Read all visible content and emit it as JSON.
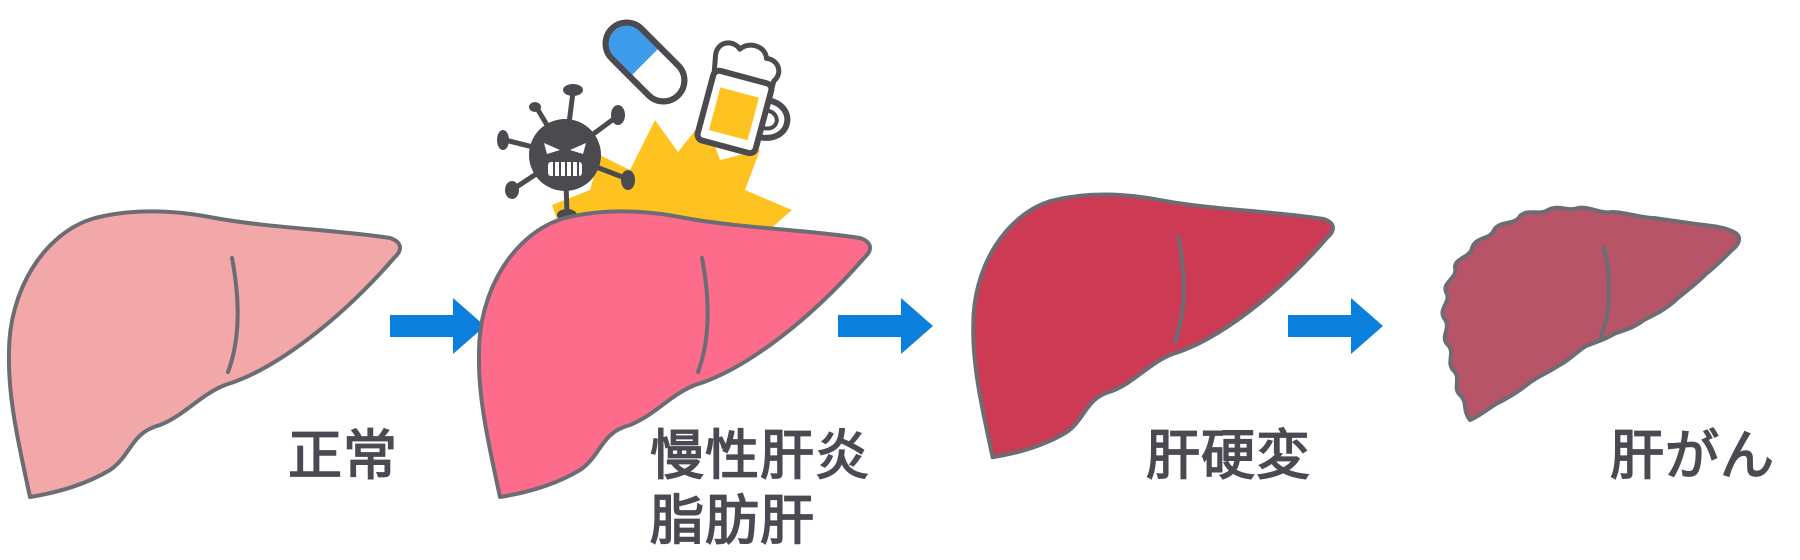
{
  "stages": [
    {
      "id": "normal",
      "label": "正常",
      "color": "#f2a7a9"
    },
    {
      "id": "chronic",
      "label": "慢性肝炎",
      "label2": "脂肪肝",
      "color": "#fd6c8a"
    },
    {
      "id": "cirrhosis",
      "label": "肝硬変",
      "color": "#cc3a54"
    },
    {
      "id": "cancer",
      "label": "肝がん",
      "color": "#b85468"
    }
  ],
  "colors": {
    "outline": "#6c6c74",
    "arrow": "#0b7fdc",
    "burst": "#ffc321",
    "icon_dark": "#4a4a4f",
    "capsule_blue": "#3d9bea",
    "beer": "#ffc321",
    "label_text": "#4a4a52"
  },
  "causes": [
    {
      "icon": "virus-icon"
    },
    {
      "icon": "pill-icon"
    },
    {
      "icon": "beer-mug-icon"
    }
  ]
}
